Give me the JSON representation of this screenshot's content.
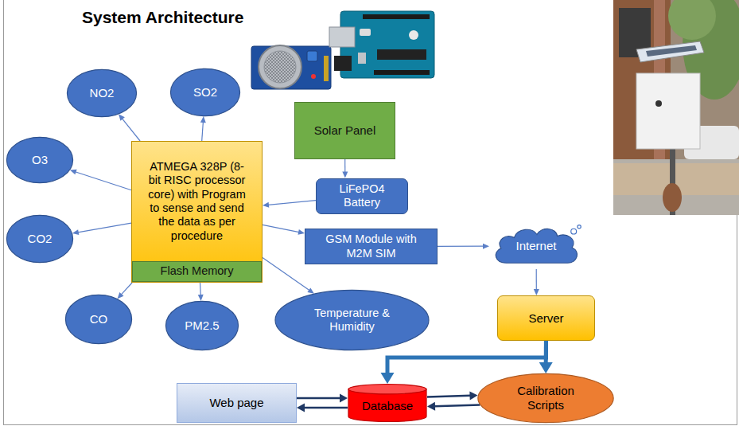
{
  "diagram": {
    "title": "System Architecture",
    "nodes": [
      {
        "text": [
          "NO2"
        ]
      },
      {
        "text": [
          "SO2"
        ]
      },
      {
        "text": [
          "O3"
        ]
      },
      {
        "text": [
          "ATMEGA 328P (8-bit RISC processor core) with Program to sense and send the data as per procedure"
        ]
      },
      {
        "text": [
          "Flash Memory"
        ],
        "in": 3
      },
      {
        "text": [
          "Solar Panel"
        ]
      },
      {
        "text": [
          "LiFePO4 Battery"
        ]
      },
      {
        "text": [
          "GSM Module with M2M SIM"
        ]
      },
      {
        "text": [
          "Internet"
        ]
      },
      {
        "text": [
          "CO2"
        ]
      },
      {
        "text": [
          "CO"
        ]
      },
      {
        "text": [
          "PM2.5"
        ]
      },
      {
        "text": [
          "Temperature & Humidity"
        ]
      },
      {
        "text": [
          "Server"
        ]
      },
      {
        "text": [
          "Web page"
        ]
      },
      {
        "text": [
          "Database"
        ]
      },
      {
        "text": [
          "Calibration Scripts"
        ]
      }
    ],
    "edges": [
      {
        "from": 3,
        "to": 0,
        "arrow": "to"
      },
      {
        "from": 3,
        "to": 1,
        "arrow": "to"
      },
      {
        "from": 3,
        "to": 2,
        "arrow": "to"
      },
      {
        "from": 3,
        "to": 9,
        "arrow": "to"
      },
      {
        "from": 3,
        "to": 10,
        "arrow": "to"
      },
      {
        "from": 3,
        "to": 11,
        "arrow": "to"
      },
      {
        "from": 3,
        "to": 12,
        "arrow": "to"
      },
      {
        "from": 5,
        "to": 6,
        "arrow": "to"
      },
      {
        "from": 6,
        "to": 3,
        "arrow": "to"
      },
      {
        "from": 3,
        "to": 7,
        "arrow": "to"
      },
      {
        "from": 7,
        "to": 8,
        "arrow": "to"
      },
      {
        "from": 8,
        "to": 13,
        "arrow": "to"
      },
      {
        "from": 13,
        "to": 15,
        "arrow": "to"
      },
      {
        "from": 13,
        "to": 16,
        "arrow": "to"
      },
      {
        "from": 14,
        "to": 15,
        "arrow": "to"
      },
      {
        "from": 15,
        "to": 14,
        "arrow": "to"
      },
      {
        "from": 15,
        "to": 16,
        "arrow": "to"
      },
      {
        "from": 16,
        "to": 15,
        "arrow": "to"
      }
    ]
  }
}
